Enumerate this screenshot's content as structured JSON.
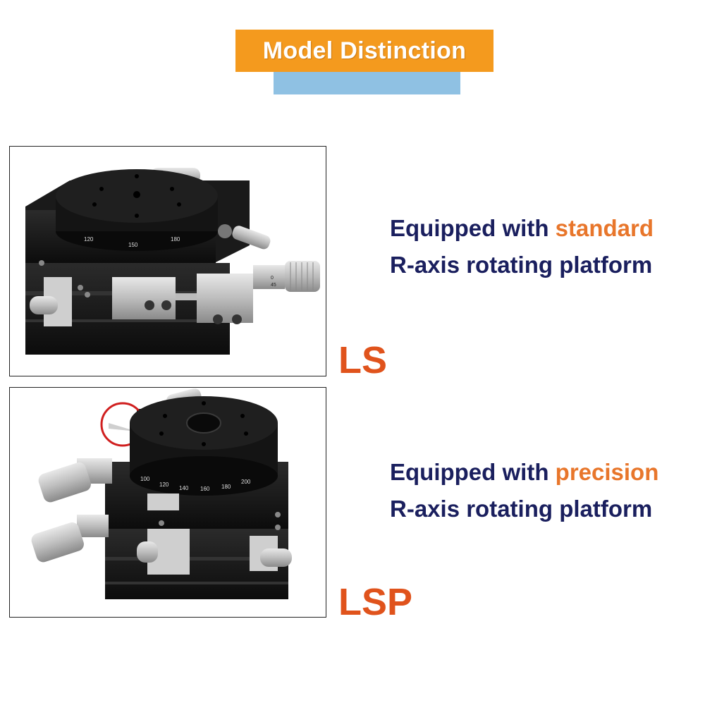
{
  "banner": {
    "title": "Model Distinction",
    "colors": {
      "primary": "#f49a1e",
      "secondary": "#8fc1e3",
      "text": "#ffffff"
    }
  },
  "models": [
    {
      "code": "LS",
      "line1_prefix": "Equipped with ",
      "line1_highlight": "standard",
      "line2": "R-axis rotating platform",
      "image": "ls-stage-photo",
      "scale_labels": [
        "120",
        "150",
        "180"
      ],
      "micrometer_labels": [
        "0",
        "45"
      ]
    },
    {
      "code": "LSP",
      "line1_prefix": "Equipped with ",
      "line1_highlight": "precision",
      "line2": "R-axis rotating platform",
      "image": "lsp-stage-photo",
      "scale_labels": [
        "100",
        "120",
        "140",
        "160",
        "180",
        "200"
      ]
    }
  ],
  "colors": {
    "code": "#e0531c",
    "highlight": "#e8762b",
    "description": "#1a1f5e",
    "frame": "#222222"
  }
}
